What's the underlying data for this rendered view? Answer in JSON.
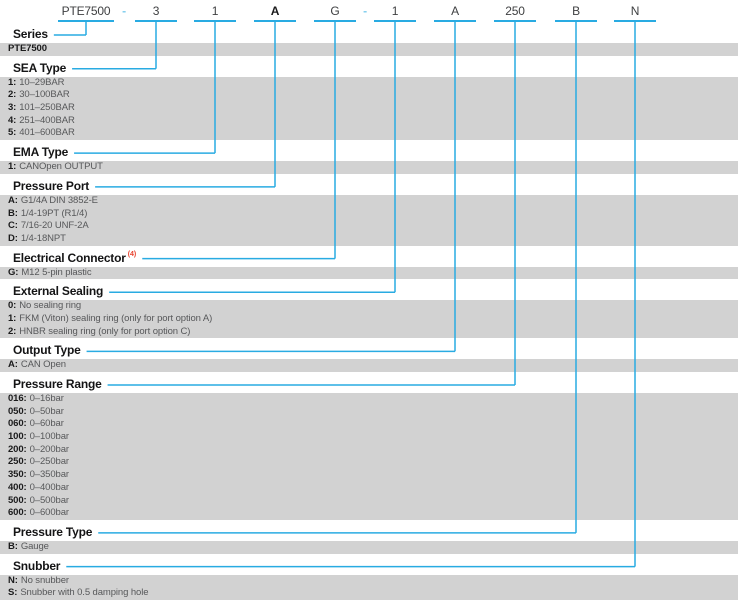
{
  "colors": {
    "accent_cyan": "#29abe2",
    "dash_cyan": "#7fcdee",
    "band_gray": "#d2d2d2",
    "text_dark": "#1b1b1c",
    "text_gray": "#57585a",
    "sup_red": "#e8412c"
  },
  "ordering_code": {
    "segments": [
      {
        "text": "PTE7500",
        "type": "code",
        "section": "series"
      },
      {
        "text": "-",
        "type": "dash"
      },
      {
        "text": "3",
        "type": "code",
        "section": "sea-type"
      },
      {
        "text": "1",
        "type": "code",
        "section": "ema-type"
      },
      {
        "text": "A",
        "type": "code",
        "bold": true,
        "section": "pressure-port"
      },
      {
        "text": "G",
        "type": "code",
        "section": "electrical-connector"
      },
      {
        "text": "-",
        "type": "dash"
      },
      {
        "text": "1",
        "type": "code",
        "section": "external-sealing"
      },
      {
        "text": "A",
        "type": "code",
        "section": "output-type"
      },
      {
        "text": "250",
        "type": "code",
        "section": "pressure-range"
      },
      {
        "text": "B",
        "type": "code",
        "section": "pressure-type"
      },
      {
        "text": "N",
        "type": "code",
        "section": "snubber"
      }
    ]
  },
  "sections": [
    {
      "id": "series",
      "title": "Series",
      "options": [
        {
          "label": "PTE7500",
          "text": ""
        }
      ]
    },
    {
      "id": "sea-type",
      "title": "SEA Type",
      "options": [
        {
          "label": "1:",
          "text": "10–29BAR"
        },
        {
          "label": "2:",
          "text": "30–100BAR"
        },
        {
          "label": "3:",
          "text": "101–250BAR"
        },
        {
          "label": "4:",
          "text": "251–400BAR"
        },
        {
          "label": "5:",
          "text": "401–600BAR"
        }
      ]
    },
    {
      "id": "ema-type",
      "title": "EMA Type",
      "options": [
        {
          "label": "1:",
          "text": "CANOpen OUTPUT"
        }
      ]
    },
    {
      "id": "pressure-port",
      "title": "Pressure Port",
      "options": [
        {
          "label": "A:",
          "text": "G1/4A DIN 3852-E"
        },
        {
          "label": "B:",
          "text": "1/4-19PT (R1/4)"
        },
        {
          "label": "C:",
          "text": "7/16-20 UNF-2A"
        },
        {
          "label": "D:",
          "text": "1/4-18NPT"
        }
      ]
    },
    {
      "id": "electrical-connector",
      "title": "Electrical Connector",
      "sup": "(4)",
      "options": [
        {
          "label": "G:",
          "text": "M12 5-pin plastic"
        }
      ]
    },
    {
      "id": "external-sealing",
      "title": "External Sealing",
      "options": [
        {
          "label": "0:",
          "text": "No sealing ring"
        },
        {
          "label": "1:",
          "text": "FKM (Viton) sealing ring (only for port option A)"
        },
        {
          "label": "2:",
          "text": "HNBR sealing ring (only for port option C)"
        }
      ]
    },
    {
      "id": "output-type",
      "title": "Output Type",
      "options": [
        {
          "label": "A:",
          "text": "CAN Open"
        }
      ]
    },
    {
      "id": "pressure-range",
      "title": "Pressure Range",
      "options": [
        {
          "label": "016:",
          "text": "0–16bar"
        },
        {
          "label": "050:",
          "text": "0–50bar"
        },
        {
          "label": "060:",
          "text": "0–60bar"
        },
        {
          "label": "100:",
          "text": "0–100bar"
        },
        {
          "label": "200:",
          "text": "0–200bar"
        },
        {
          "label": "250:",
          "text": "0–250bar"
        },
        {
          "label": "350:",
          "text": "0–350bar"
        },
        {
          "label": "400:",
          "text": "0–400bar"
        },
        {
          "label": "500:",
          "text": "0–500bar"
        },
        {
          "label": "600:",
          "text": "0–600bar"
        }
      ]
    },
    {
      "id": "pressure-type",
      "title": "Pressure Type",
      "options": [
        {
          "label": "B:",
          "text": "Gauge"
        }
      ]
    },
    {
      "id": "snubber",
      "title": "Snubber",
      "options": [
        {
          "label": "N:",
          "text": "No snubber"
        },
        {
          "label": "S:",
          "text": "Snubber with 0.5 damping hole"
        }
      ]
    }
  ]
}
